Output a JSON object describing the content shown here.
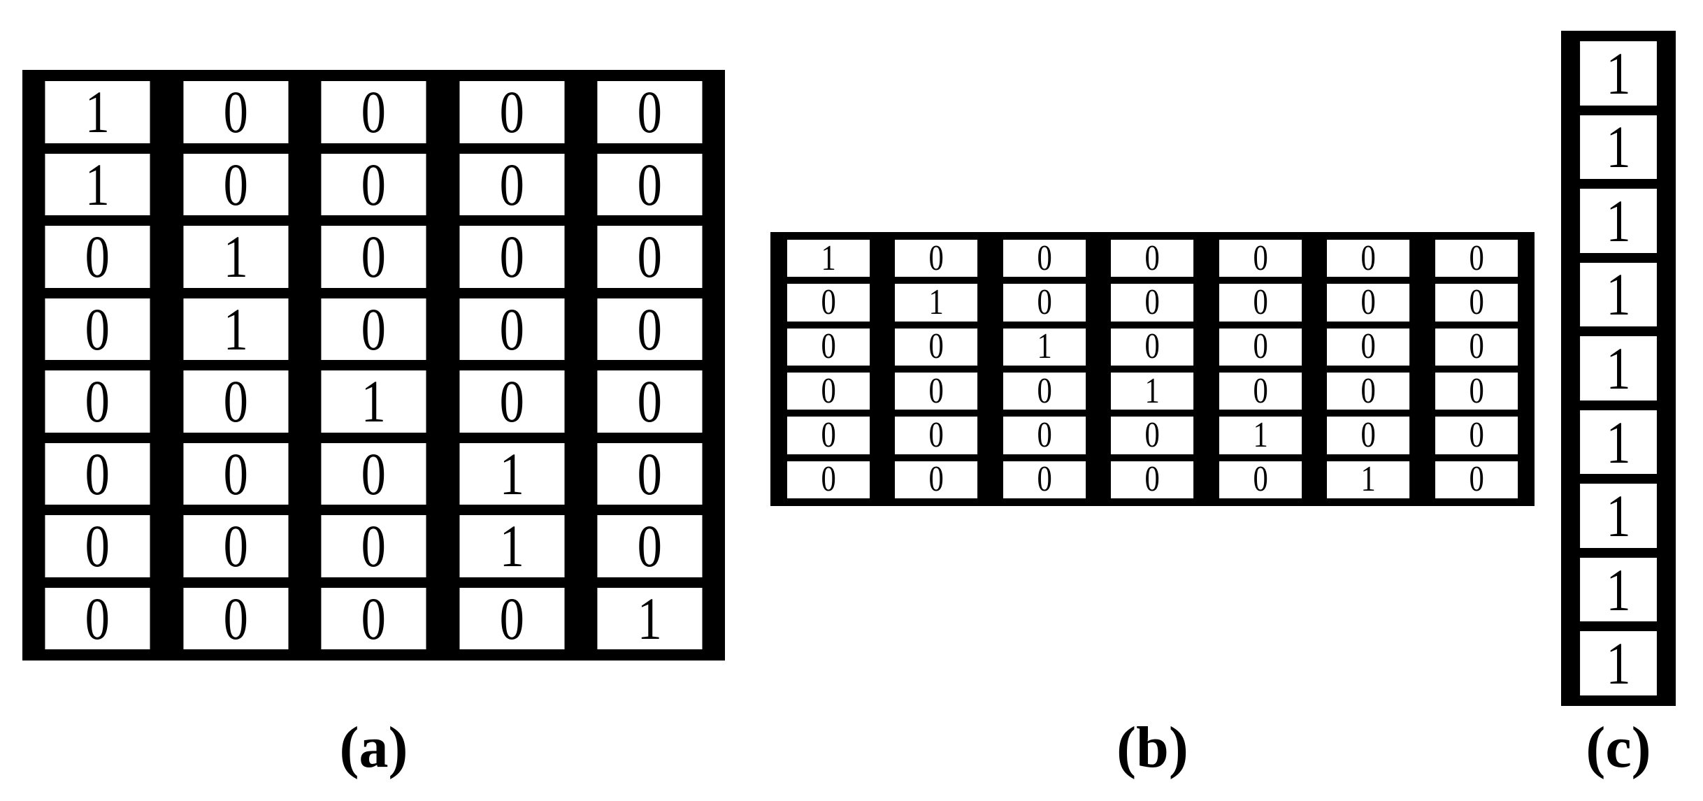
{
  "figure": {
    "description": "Three binary matrices labeled (a), (b), (c)",
    "colors": {
      "border": "#000000",
      "cell_background": "#ffffff",
      "text": "#000000",
      "page_background": "#ffffff"
    },
    "panels": [
      {
        "id": "a",
        "label": "(a)",
        "rows": 8,
        "cols": 5,
        "values": [
          [
            1,
            0,
            0,
            0,
            0
          ],
          [
            1,
            0,
            0,
            0,
            0
          ],
          [
            0,
            1,
            0,
            0,
            0
          ],
          [
            0,
            1,
            0,
            0,
            0
          ],
          [
            0,
            0,
            1,
            0,
            0
          ],
          [
            0,
            0,
            0,
            1,
            0
          ],
          [
            0,
            0,
            0,
            1,
            0
          ],
          [
            0,
            0,
            0,
            0,
            1
          ]
        ]
      },
      {
        "id": "b",
        "label": "(b)",
        "rows": 6,
        "cols": 7,
        "values": [
          [
            1,
            0,
            0,
            0,
            0,
            0,
            0
          ],
          [
            0,
            1,
            0,
            0,
            0,
            0,
            0
          ],
          [
            0,
            0,
            1,
            0,
            0,
            0,
            0
          ],
          [
            0,
            0,
            0,
            1,
            0,
            0,
            0
          ],
          [
            0,
            0,
            0,
            0,
            1,
            0,
            0
          ],
          [
            0,
            0,
            0,
            0,
            0,
            1,
            0
          ]
        ]
      },
      {
        "id": "c",
        "label": "(c)",
        "rows": 9,
        "cols": 1,
        "values": [
          [
            1
          ],
          [
            1
          ],
          [
            1
          ],
          [
            1
          ],
          [
            1
          ],
          [
            1
          ],
          [
            1
          ],
          [
            1
          ],
          [
            1
          ]
        ]
      }
    ]
  }
}
